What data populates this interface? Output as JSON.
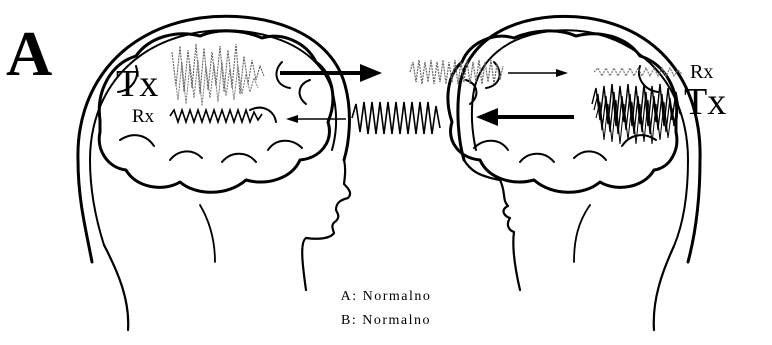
{
  "panel": {
    "letter": "A"
  },
  "left_head": {
    "tx_label": "Tx",
    "rx_label": "Rx"
  },
  "right_head": {
    "tx_label": "Tx",
    "rx_label": "Rx"
  },
  "caption": {
    "line1": "A: Normalno",
    "line2": "B: Normalno"
  }
}
